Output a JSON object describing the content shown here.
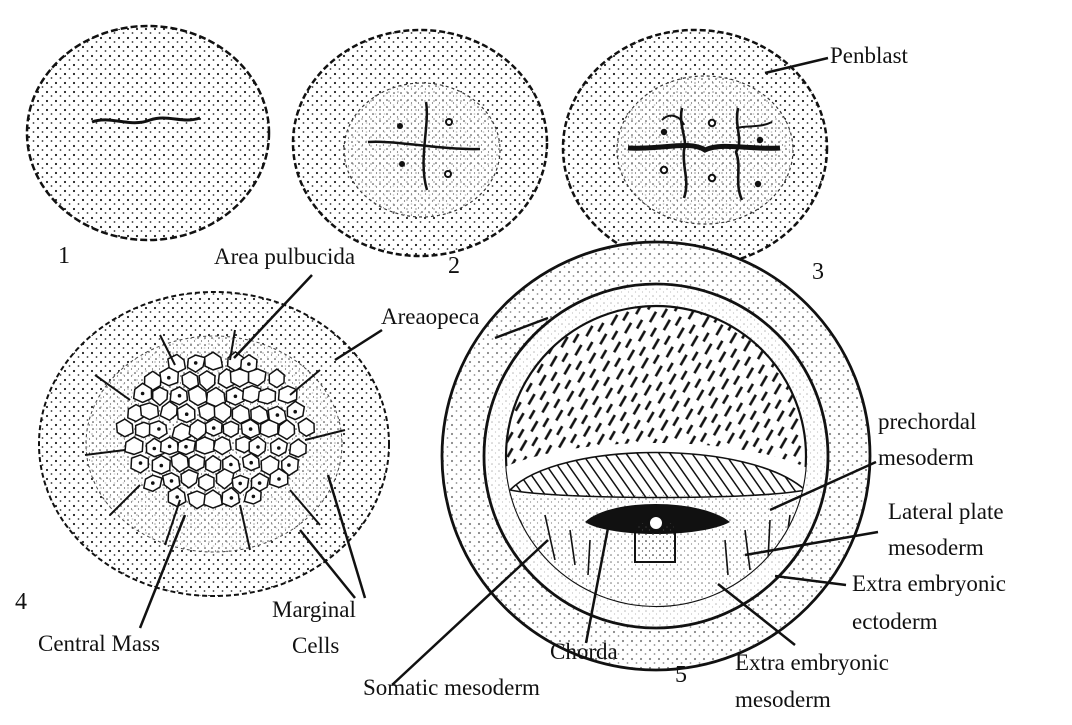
{
  "figure_numbers": [
    "1",
    "2",
    "3",
    "4",
    "5"
  ],
  "labels": {
    "penblast": "Penblast",
    "area_pulbucida": "Area pulbucida",
    "areaopeca": "Areaopeca",
    "central_mass": "Central Mass",
    "marginal_cells_1": "Marginal",
    "marginal_cells_2": "Cells",
    "prechordal_1": "prechordal",
    "prechordal_2": "mesoderm",
    "lateral_plate_1": "Lateral plate",
    "lateral_plate_2": "mesoderm",
    "extra_ecto_1": "Extra embryonic",
    "extra_ecto_2": "ectoderm",
    "chorda": "Chorda",
    "somatic_mesoderm": "Somatic mesoderm",
    "extra_meso_1": "Extra embryonic",
    "extra_meso_2": "mesoderm"
  }
}
